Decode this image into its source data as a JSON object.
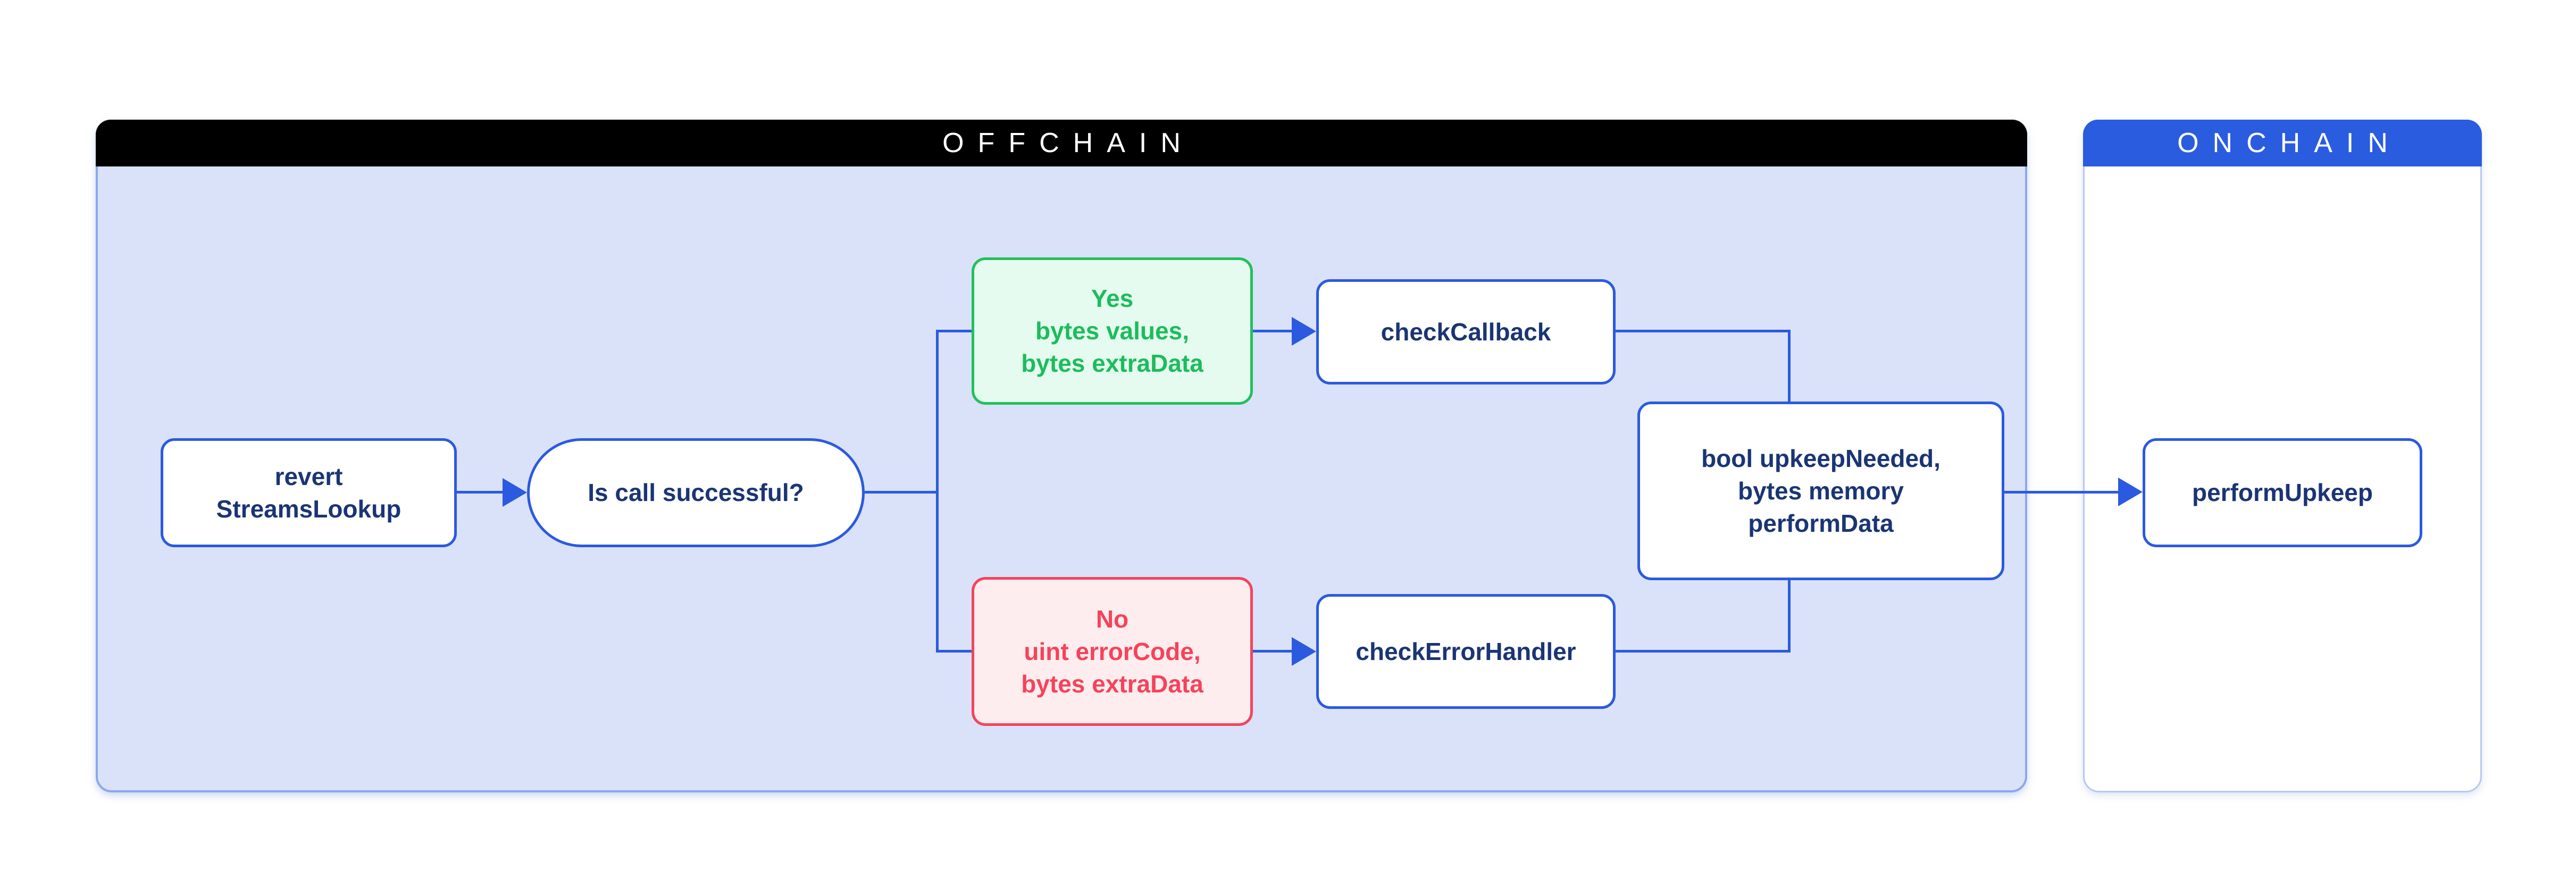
{
  "sections": {
    "offchain": {
      "label": "OFFCHAIN"
    },
    "onchain": {
      "label": "ONCHAIN"
    }
  },
  "nodes": {
    "revert": {
      "lines": [
        "revert",
        "StreamsLookup"
      ]
    },
    "decision": {
      "label": "Is call successful?"
    },
    "yes": {
      "lines": [
        "Yes",
        "bytes values,",
        "bytes extraData"
      ]
    },
    "check_callback": {
      "label": "checkCallback"
    },
    "no": {
      "lines": [
        "No",
        "uint errorCode,",
        "bytes extraData"
      ]
    },
    "check_error_handler": {
      "label": "checkErrorHandler"
    },
    "upkeep": {
      "lines": [
        "bool upkeepNeeded,",
        "bytes memory",
        "performData"
      ]
    },
    "perform_upkeep": {
      "label": "performUpkeep"
    }
  },
  "colors": {
    "accent-blue": "#2b5ae0",
    "navy-text": "#1a3575",
    "node-bg": "#ffffff",
    "offchain-body": "#d9e2f8",
    "offchain-border": "#8ca7ee",
    "offchain-header-bg": "#000000",
    "onchain-header-bg": "#2a5ce0",
    "onchain-border": "#b9c7f2",
    "header-text": "#ffffff",
    "success-text": "#1bbd5c",
    "success-border": "#21c05c",
    "success-bg": "#e6fbef",
    "error-text": "#f5435a",
    "error-border": "#f4435c",
    "error-bg": "#fdedef"
  }
}
